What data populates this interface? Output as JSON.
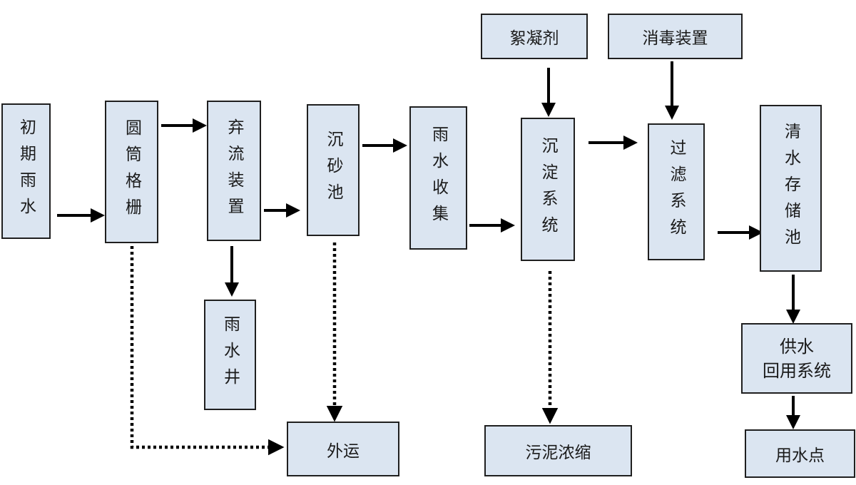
{
  "nodes": {
    "initial_rain": "初期雨水",
    "drum_screen": "圆筒格栅",
    "diverter": "弃流装置",
    "rain_well": "雨水井",
    "grit_chamber": "沉砂池",
    "rain_collection": "雨水收集",
    "flocculant": "絮凝剂",
    "sedimentation": "沉淀系统",
    "disinfection": "消毒装置",
    "filtration": "过滤系统",
    "clear_water_tank": "清水存储池",
    "supply_line1": "供水",
    "supply_line2": "回用系统",
    "use_point": "用水点",
    "haul_away": "外运",
    "sludge_thickening": "污泥浓缩"
  },
  "colors": {
    "box_fill": "#dbe5f1",
    "box_border": "#1f1f1f",
    "arrow": "#000000"
  }
}
